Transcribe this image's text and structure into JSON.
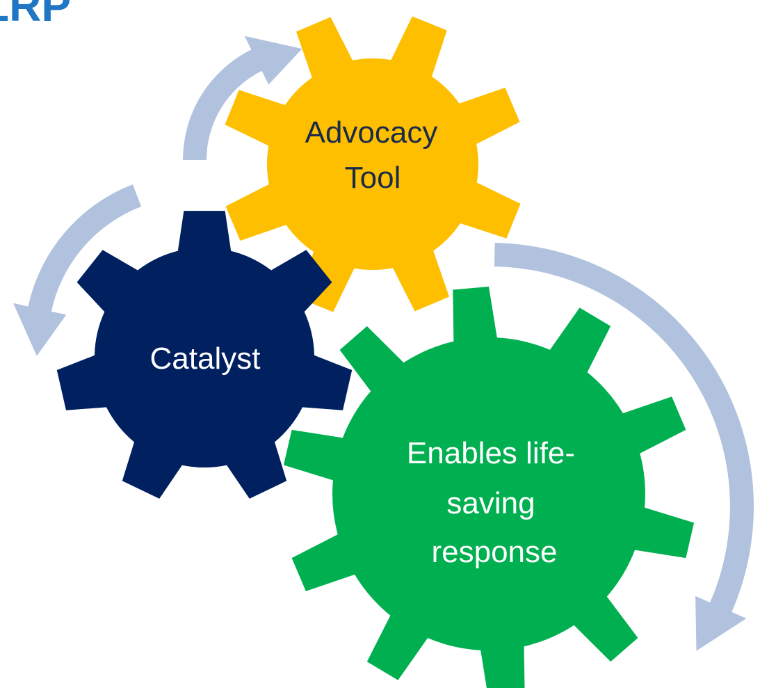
{
  "title_fragment": {
    "text": "LRP",
    "color": "#1f77c4"
  },
  "colors": {
    "arrow": "#b1c2de",
    "advocacy_gear": "#fdbf00",
    "catalyst_gear": "#002060",
    "enables_gear": "#00b050",
    "dark_text": "#1a2a4a",
    "light_text": "#ffffff"
  },
  "gears": {
    "advocacy": {
      "lines": [
        "Advocacy",
        "Tool"
      ]
    },
    "catalyst": {
      "lines": [
        "Catalyst"
      ]
    },
    "enables": {
      "lines": [
        "Enables life-",
        "saving",
        "response"
      ]
    }
  },
  "arrows": [
    {
      "name": "arrow-catalyst-to-advocacy",
      "icon": "curved-arrow-icon"
    },
    {
      "name": "arrow-advocacy-to-catalyst",
      "icon": "curved-arrow-icon"
    },
    {
      "name": "arrow-enables-cycle",
      "icon": "curved-arrow-icon"
    }
  ]
}
